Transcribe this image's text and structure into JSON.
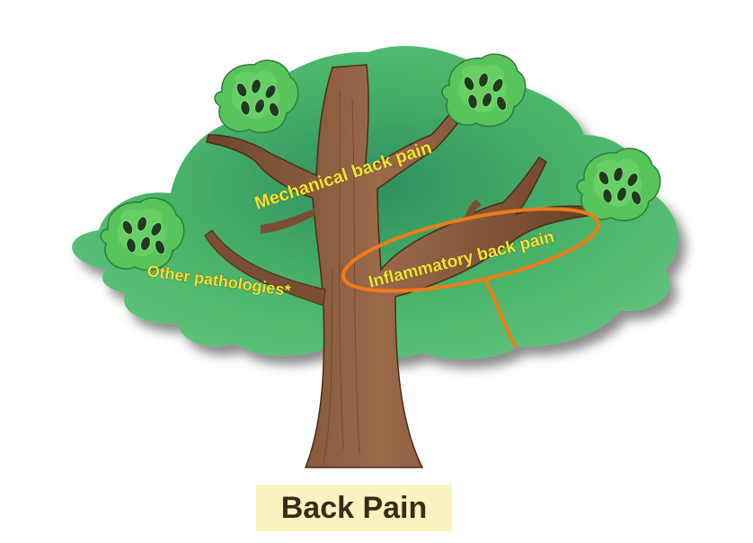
{
  "diagram": {
    "title": "Back Pain",
    "branches": [
      {
        "id": "mechanical",
        "label": "Mechanical back pain"
      },
      {
        "id": "inflammatory",
        "label": "Inflammatory back pain",
        "highlighted": true
      },
      {
        "id": "other",
        "label": "Other pathologies*"
      }
    ],
    "colors": {
      "foliage": "#4db86a",
      "foliage_dark": "#3a9c54",
      "leaf_cluster": "#5cc862",
      "trunk": "#8b5a3c",
      "trunk_dark": "#5e3a24",
      "highlight": "#f07a1a",
      "label_text": "#f2e63a",
      "title_box": "#fbf3bf",
      "title_text": "#3b2a18"
    },
    "icons": [
      "leaf-cluster-icon"
    ]
  }
}
